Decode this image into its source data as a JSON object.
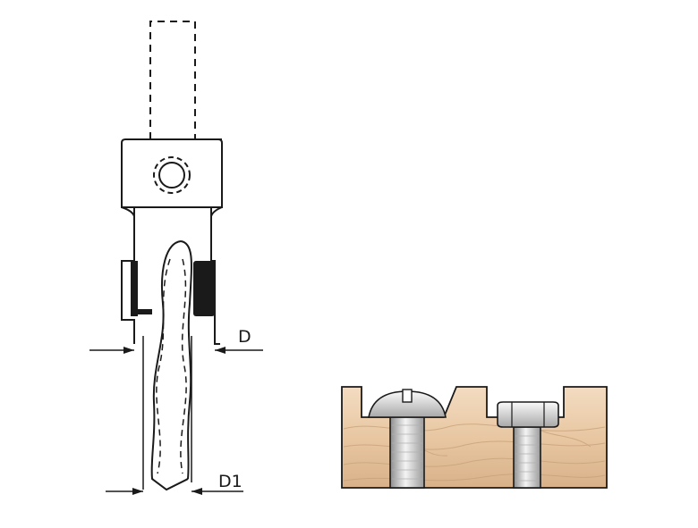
{
  "labels": {
    "d": "D",
    "d1": "D1"
  },
  "colors": {
    "line": "#1a1a1a",
    "wood_light": "#f1d7ba",
    "wood_dark": "#d9b48d",
    "metal_light": "#f2f2f2",
    "metal_dark": "#8a8a8a"
  },
  "parts": [
    "shank-dashed",
    "collar",
    "set-screw-hole",
    "countersink-cutter",
    "twist-drill",
    "wood-block",
    "round-head-screw",
    "hex-head-bolt"
  ]
}
